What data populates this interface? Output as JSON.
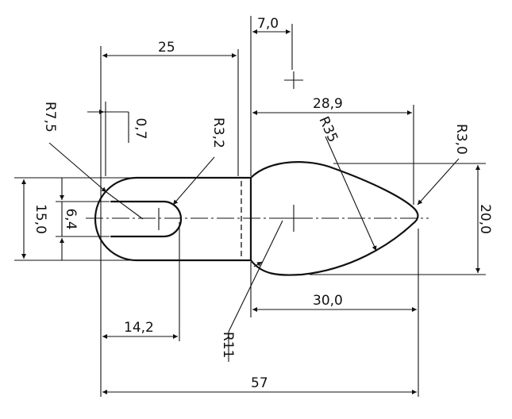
{
  "dimensions": {
    "overall_length": "57",
    "slot_length": "25",
    "bullet_length_top": "28,9",
    "bullet_length_bottom": "30,0",
    "hole_offset": "7,0",
    "slot_width_dim": "14,2",
    "height_total": "15,0",
    "slot_height": "6,4",
    "bullet_height": "20,0",
    "offset_small": "0,7"
  },
  "radii": {
    "r_outer_slot": "R7,5",
    "r_inner_slot": "R3,2",
    "r_bullet_arc": "R35",
    "r_tip": "R3,0",
    "r_fillet": "R11"
  }
}
